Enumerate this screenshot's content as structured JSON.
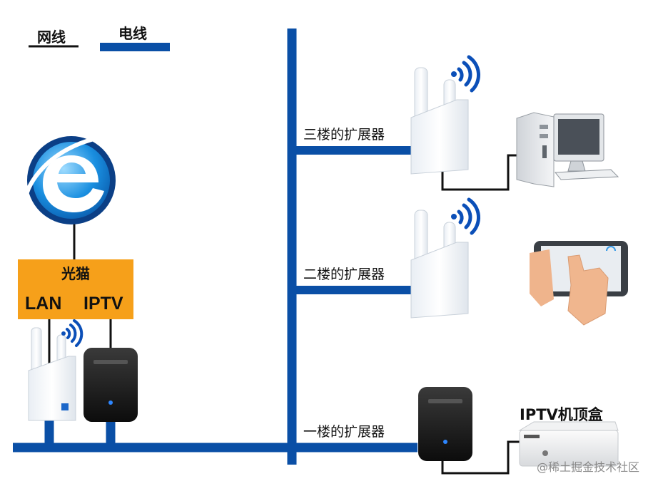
{
  "legend": {
    "network_cable": "网线",
    "power_line": "电线",
    "network_cable_color": "#111111",
    "power_line_color": "#0a4fa6"
  },
  "modem": {
    "title": "光猫",
    "port_lan": "LAN",
    "port_iptv": "IPTV",
    "color": "#f6a01a"
  },
  "floors": [
    {
      "label": "三楼的扩展器",
      "device": "desktop-computer"
    },
    {
      "label": "二楼的扩展器",
      "device": "tablet"
    },
    {
      "label": "一楼的扩展器",
      "device": "iptv-set-top-box"
    }
  ],
  "set_top_box": {
    "title": "IPTV机顶盒"
  },
  "watermark": "@稀土掘金技术社区",
  "icons": [
    "internet-explorer-icon",
    "wifi-signal-icon"
  ]
}
